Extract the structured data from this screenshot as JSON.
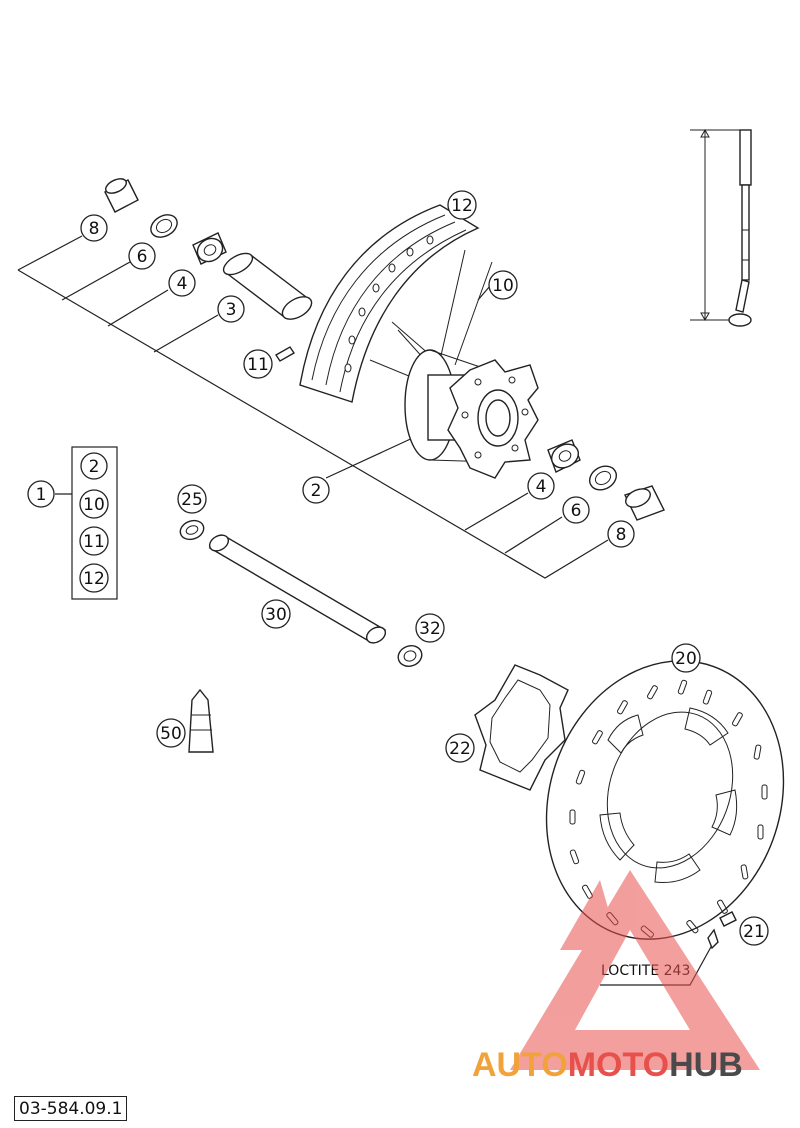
{
  "diagram": {
    "callouts": {
      "c8a": "8",
      "c6a": "6",
      "c4a": "4",
      "c3": "3",
      "c11a": "11",
      "c12a": "12",
      "c10a": "10",
      "c2a": "2",
      "c4b": "4",
      "c6b": "6",
      "c8b": "8",
      "c1": "1",
      "g2": "2",
      "g10": "10",
      "g11": "11",
      "g12": "12",
      "c25": "25",
      "c30": "30",
      "c32": "32",
      "c50": "50",
      "c20": "20",
      "c22": "22",
      "c21": "21"
    },
    "loctite_label": "LOCTITE 243",
    "document_number": "03-584.09.1"
  },
  "watermark": {
    "text_part1": "AUTO",
    "text_part2": "MOTO",
    "text_part3": "HUB",
    "colors": {
      "orange": "#f2a23a",
      "red": "#e8504c",
      "dark": "#4a4a4a"
    }
  }
}
